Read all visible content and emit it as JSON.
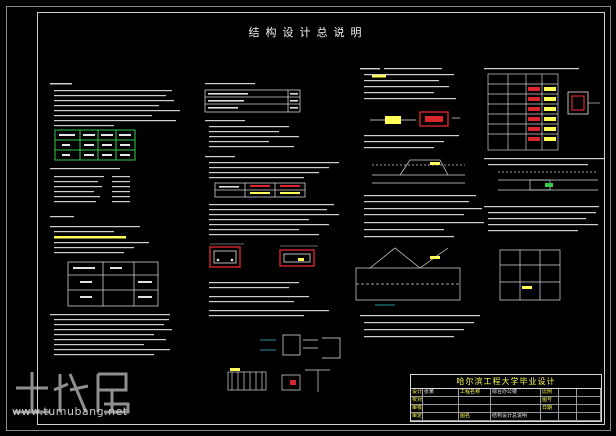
{
  "sheet": {
    "title": "结构设计总说明",
    "colors": {
      "background": "#000000",
      "text_white": "#f2f2f2",
      "text_yellow": "#ffff55",
      "accent_green": "#36c94a",
      "accent_red": "#d8262b",
      "accent_cyan": "#37c8d8"
    }
  },
  "title_block": {
    "school": "哈尔滨工程大学毕业设计",
    "cells": [
      "设计",
      "张某",
      "工程名称",
      "综合办公楼",
      "比例",
      "",
      "",
      "校对",
      "",
      "",
      "",
      "图号",
      "",
      "",
      "审核",
      "",
      "",
      "",
      "日期",
      "",
      "",
      "审定",
      "",
      "图名",
      "结构设计总说明",
      "",
      "",
      ""
    ]
  },
  "watermark": {
    "logo_icon": "tumubang-logo-icon",
    "url": "www.tumubang.net"
  }
}
